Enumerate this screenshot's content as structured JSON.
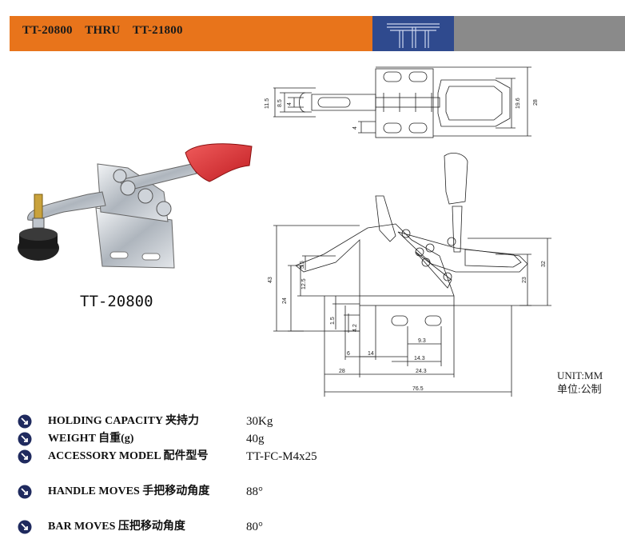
{
  "header": {
    "title": "TT-20800    THRU    TT-21800",
    "colors": {
      "orange": "#e8741b",
      "logo_bg": "#2f4a8e",
      "gray": "#8a8a8a"
    }
  },
  "product": {
    "label": "TT-20800"
  },
  "drawing": {
    "top_dims": {
      "d11_5": "11.5",
      "d8_5": "8.5",
      "d4a": "4",
      "d4b": "4",
      "d19_6": "19.6",
      "d28": "28"
    },
    "side_dims": {
      "d43": "43",
      "d24": "24",
      "d5_5": "5.5",
      "d12_5": "12.5",
      "d1_5": "1.5",
      "d4_2": "4.2",
      "d9_3": "9.3",
      "d14_3": "14.3",
      "d6": "6",
      "d14": "14",
      "d28": "28",
      "d24_3": "24.3",
      "d76_5": "76.5",
      "d23": "23",
      "d32": "32"
    }
  },
  "unit": {
    "en": "UNIT:MM",
    "cn": "单位:公制"
  },
  "specs": [
    {
      "label": "HOLDING CAPACITY 夹持力",
      "value": "30Kg"
    },
    {
      "label": "WEIGHT 自重(g)",
      "value": "40g"
    },
    {
      "label": "ACCESSORY MODEL 配件型号",
      "value": "TT-FC-M4x25"
    },
    {
      "label": "HANDLE MOVES 手把移动角度",
      "value": "88°"
    },
    {
      "label": "BAR MOVES 压把移动角度",
      "value": "80°"
    }
  ],
  "icons": {
    "bullet": "navy-circle-arrow-icon",
    "logo": "company-logo-icon"
  }
}
